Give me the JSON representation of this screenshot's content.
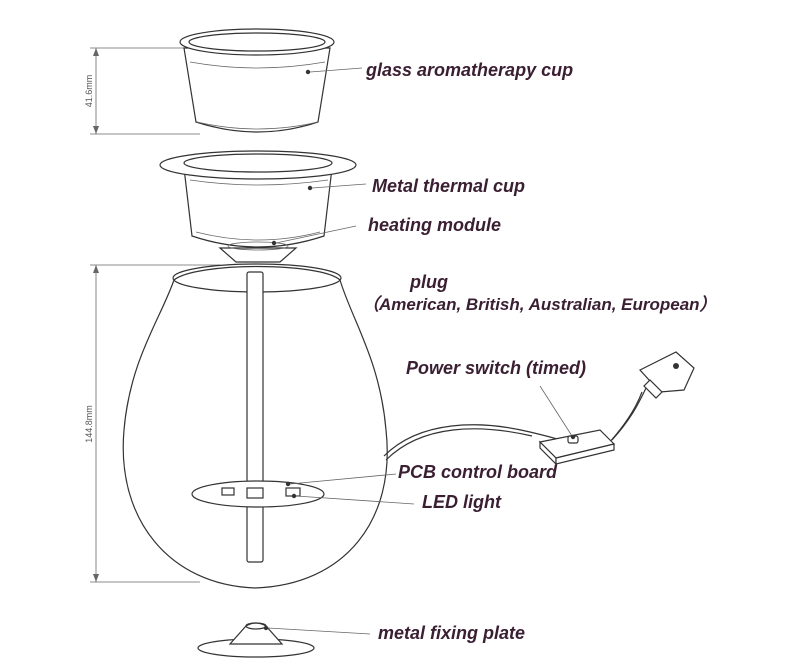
{
  "labels": {
    "glass_cup": "glass aromatherapy cup",
    "metal_cup": "Metal thermal cup",
    "heating_module": "heating module",
    "plug_title": "plug",
    "plug_types": "（American, British, Australian, European）",
    "power_switch": "Power switch (timed)",
    "pcb_board": "PCB control board",
    "led_light": "LED light",
    "fixing_plate": "metal fixing plate"
  },
  "dimensions": {
    "cup_height": "41.6mm",
    "body_height": "144.8mm"
  },
  "colors": {
    "label_text": "#3a1f33",
    "line": "#333333"
  }
}
